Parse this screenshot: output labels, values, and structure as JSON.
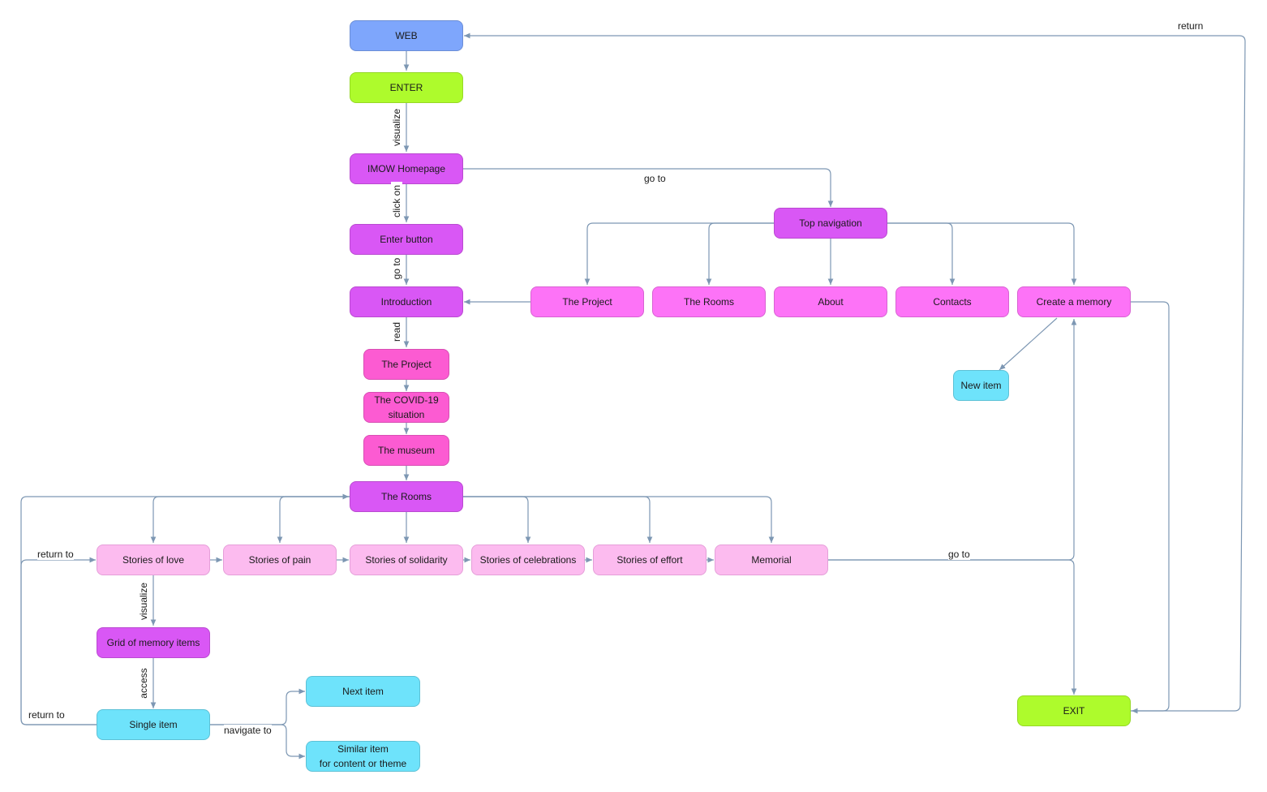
{
  "colors": {
    "edge": "#7d97b3",
    "web": "#7ea6fc",
    "enter_exit": "#aefb2c",
    "purple": "#d957f5",
    "magenta": "#fd73f7",
    "pink": "#fc5bd2",
    "light_pink": "#fcbbef",
    "cyan": "#6ee3fb"
  },
  "nodes": {
    "web": "WEB",
    "enter": "ENTER",
    "homepage": "IMOW Homepage",
    "enter_button": "Enter button",
    "introduction": "Introduction",
    "intro_project": "The Project",
    "covid": "The COVID-19\nsituation",
    "museum": "The museum",
    "rooms": "The Rooms",
    "top_navigation": "Top navigation",
    "nav_project": "The Project",
    "nav_rooms": "The Rooms",
    "nav_about": "About",
    "nav_contacts": "Contacts",
    "nav_create": "Create a memory",
    "new_item": "New item",
    "stories_love": "Stories of love",
    "stories_pain": "Stories of pain",
    "stories_solidarity": "Stories of solidarity",
    "stories_celebrations": "Stories of celebrations",
    "stories_effort": "Stories of effort",
    "memorial": "Memorial",
    "grid": "Grid of memory items",
    "single_item": "Single item",
    "next_item": "Next item",
    "similar_item": "Similar item\nfor content or theme",
    "exit": "EXIT"
  },
  "edge_labels": {
    "visualize_1": "visualize",
    "click_on": "click on",
    "go_to_1": "go to",
    "read": "read",
    "go_to_top": "go to",
    "return_top": "return",
    "return_to_1": "return to",
    "return_to_2": "return to",
    "go_to_exit": "go to",
    "visualize_2": "visualize",
    "access": "access",
    "navigate_to": "navigate to"
  }
}
